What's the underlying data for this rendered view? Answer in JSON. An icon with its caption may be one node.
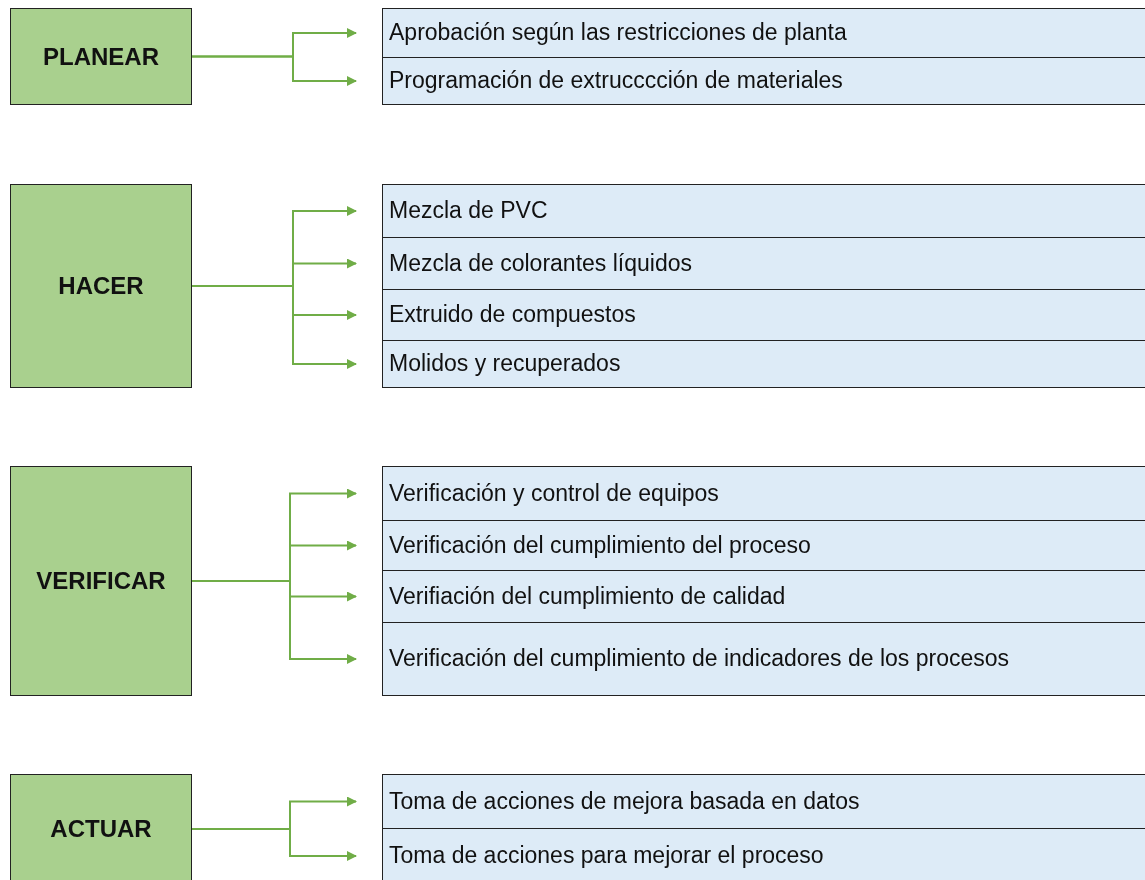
{
  "diagram": {
    "nodes": [
      {
        "text": [
          "PLANEAR"
        ]
      },
      {
        "text": [
          "Aprobación según las restricciones de planta"
        ]
      },
      {
        "text": [
          "Programación de extrucccción de materiales"
        ]
      },
      {
        "text": [
          "HACER"
        ]
      },
      {
        "text": [
          "Mezcla de PVC"
        ]
      },
      {
        "text": [
          "Mezcla de colorantes líquidos"
        ]
      },
      {
        "text": [
          "Extruido de compuestos"
        ]
      },
      {
        "text": [
          "Molidos y recuperados"
        ]
      },
      {
        "text": [
          "VERIFICAR"
        ]
      },
      {
        "text": [
          "Verificación y control de equipos"
        ]
      },
      {
        "text": [
          "Verificación del cumplimiento del proceso"
        ]
      },
      {
        "text": [
          "Verifiación del cumplimiento de calidad"
        ]
      },
      {
        "text": [
          "Verificación del cumplimiento de indicadores de los procesos"
        ]
      },
      {
        "text": [
          "ACTUAR"
        ]
      },
      {
        "text": [
          "Toma de acciones de mejora basada en datos"
        ]
      },
      {
        "text": [
          "Toma de acciones para mejorar el proceso"
        ]
      }
    ],
    "edges": [
      {
        "from": 0,
        "to": 1,
        "arrow": "to"
      },
      {
        "from": 0,
        "to": 2,
        "arrow": "to"
      },
      {
        "from": 3,
        "to": 4,
        "arrow": "to"
      },
      {
        "from": 3,
        "to": 5,
        "arrow": "to"
      },
      {
        "from": 3,
        "to": 6,
        "arrow": "to"
      },
      {
        "from": 3,
        "to": 7,
        "arrow": "to"
      },
      {
        "from": 8,
        "to": 9,
        "arrow": "to"
      },
      {
        "from": 8,
        "to": 10,
        "arrow": "to"
      },
      {
        "from": 8,
        "to": 11,
        "arrow": "to"
      },
      {
        "from": 8,
        "to": 12,
        "arrow": "to"
      },
      {
        "from": 13,
        "to": 14,
        "arrow": "to"
      },
      {
        "from": 13,
        "to": 15,
        "arrow": "to"
      }
    ]
  }
}
